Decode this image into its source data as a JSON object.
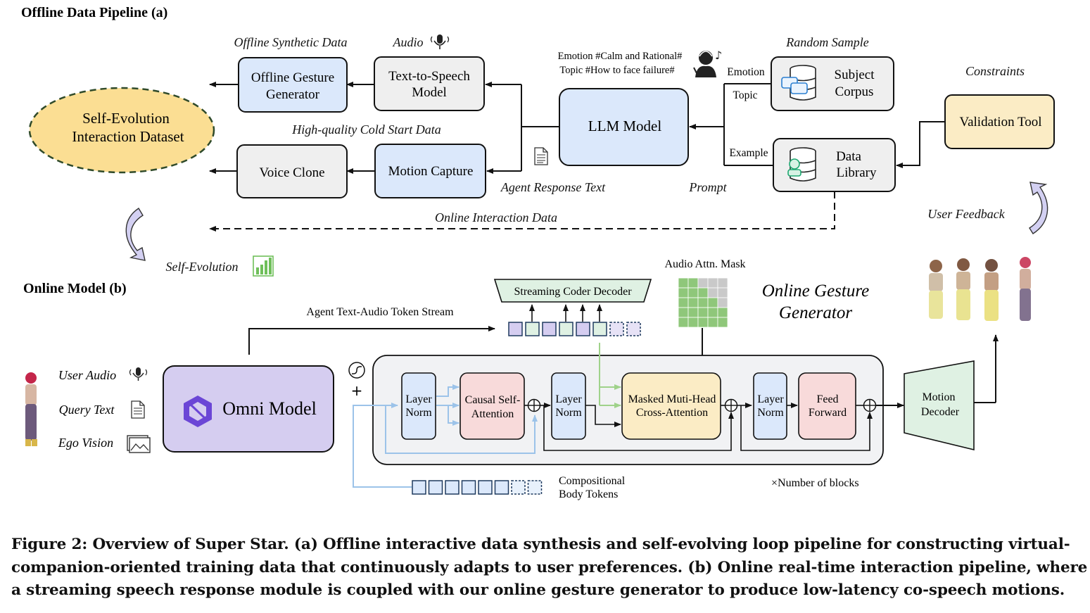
{
  "sections": {
    "offline_title": "Offline Data Pipeline (a)",
    "online_title": "Online Model (b)"
  },
  "offline": {
    "offline_synthetic_data": "Offline Synthetic Data",
    "audio": "Audio",
    "random_sample": "Random Sample",
    "constraints": "Constraints",
    "offline_gesture_generator": [
      "Offline Gesture",
      "Generator"
    ],
    "tts_model": [
      "Text-to-Speech",
      "Model"
    ],
    "voice_clone": "Voice Clone",
    "motion_capture": "Motion Capture",
    "high_quality": "High-quality Cold Start Data",
    "dataset": [
      "Self-Evolution",
      "Interaction Dataset"
    ],
    "llm_model": "LLM Model",
    "emotion_tag": "Emotion #Calm and Rational#",
    "topic_tag": "Topic #How to face failure#",
    "agent_response_text": "Agent Response Text",
    "prompt": "Prompt",
    "emotion": "Emotion",
    "topic": "Topic",
    "example": "Example",
    "subject_corpus": [
      "Subject",
      "Corpus"
    ],
    "data_library": [
      "Data",
      "Library"
    ],
    "validation_tool": "Validation Tool",
    "online_interaction_data": "Online Interaction Data",
    "user_feedback": "User Feedback",
    "self_evolution": "Self-Evolution"
  },
  "online": {
    "streaming_decoder": "Streaming Coder Decoder",
    "audio_attn_mask": "Audio Attn. Mask",
    "online_gesture_generator": [
      "Online Gesture",
      "Generator"
    ],
    "token_stream": "Agent Text-Audio Token Stream",
    "user_audio": "User Audio",
    "query_text": "Query Text",
    "ego_vision": "Ego Vision",
    "omni_model": "Omni Model",
    "layer_norm": [
      "Layer",
      "Norm"
    ],
    "causal_attention": [
      "Causal Self-",
      "Attention"
    ],
    "masked_cross_attention": [
      "Masked Muti-Head",
      "Cross-Attention"
    ],
    "feed_forward": [
      "Feed",
      "Forward"
    ],
    "motion_decoder": [
      "Motion",
      "Decoder"
    ],
    "compositional_tokens": [
      "Compositional",
      "Body Tokens"
    ],
    "num_blocks": "×Number of blocks"
  },
  "caption": [
    "Figure 2: Overview of Super Star. (a) Offline interactive data synthesis and self-evolving loop pipeline for constructing virtual-",
    "companion-oriented training data that continuously adapts to user preferences. (b) Online real-time interaction pipeline, where",
    "a streaming speech response module is coupled with our online gesture generator to produce low-latency co-speech motions."
  ],
  "colors": {
    "blue_box": "#dbe8fb",
    "gray_box": "#efefef",
    "yellow_box": "#fbecc5",
    "dataset_fill": "#fbde93",
    "pink_box": "#f8dada",
    "green_box": "#dff1e3",
    "purple_box": "#d5cdf0",
    "block_bg": "#f1f2f4",
    "arrow_blue": "#9cc3e9",
    "arrow_green": "#9fd28a"
  }
}
